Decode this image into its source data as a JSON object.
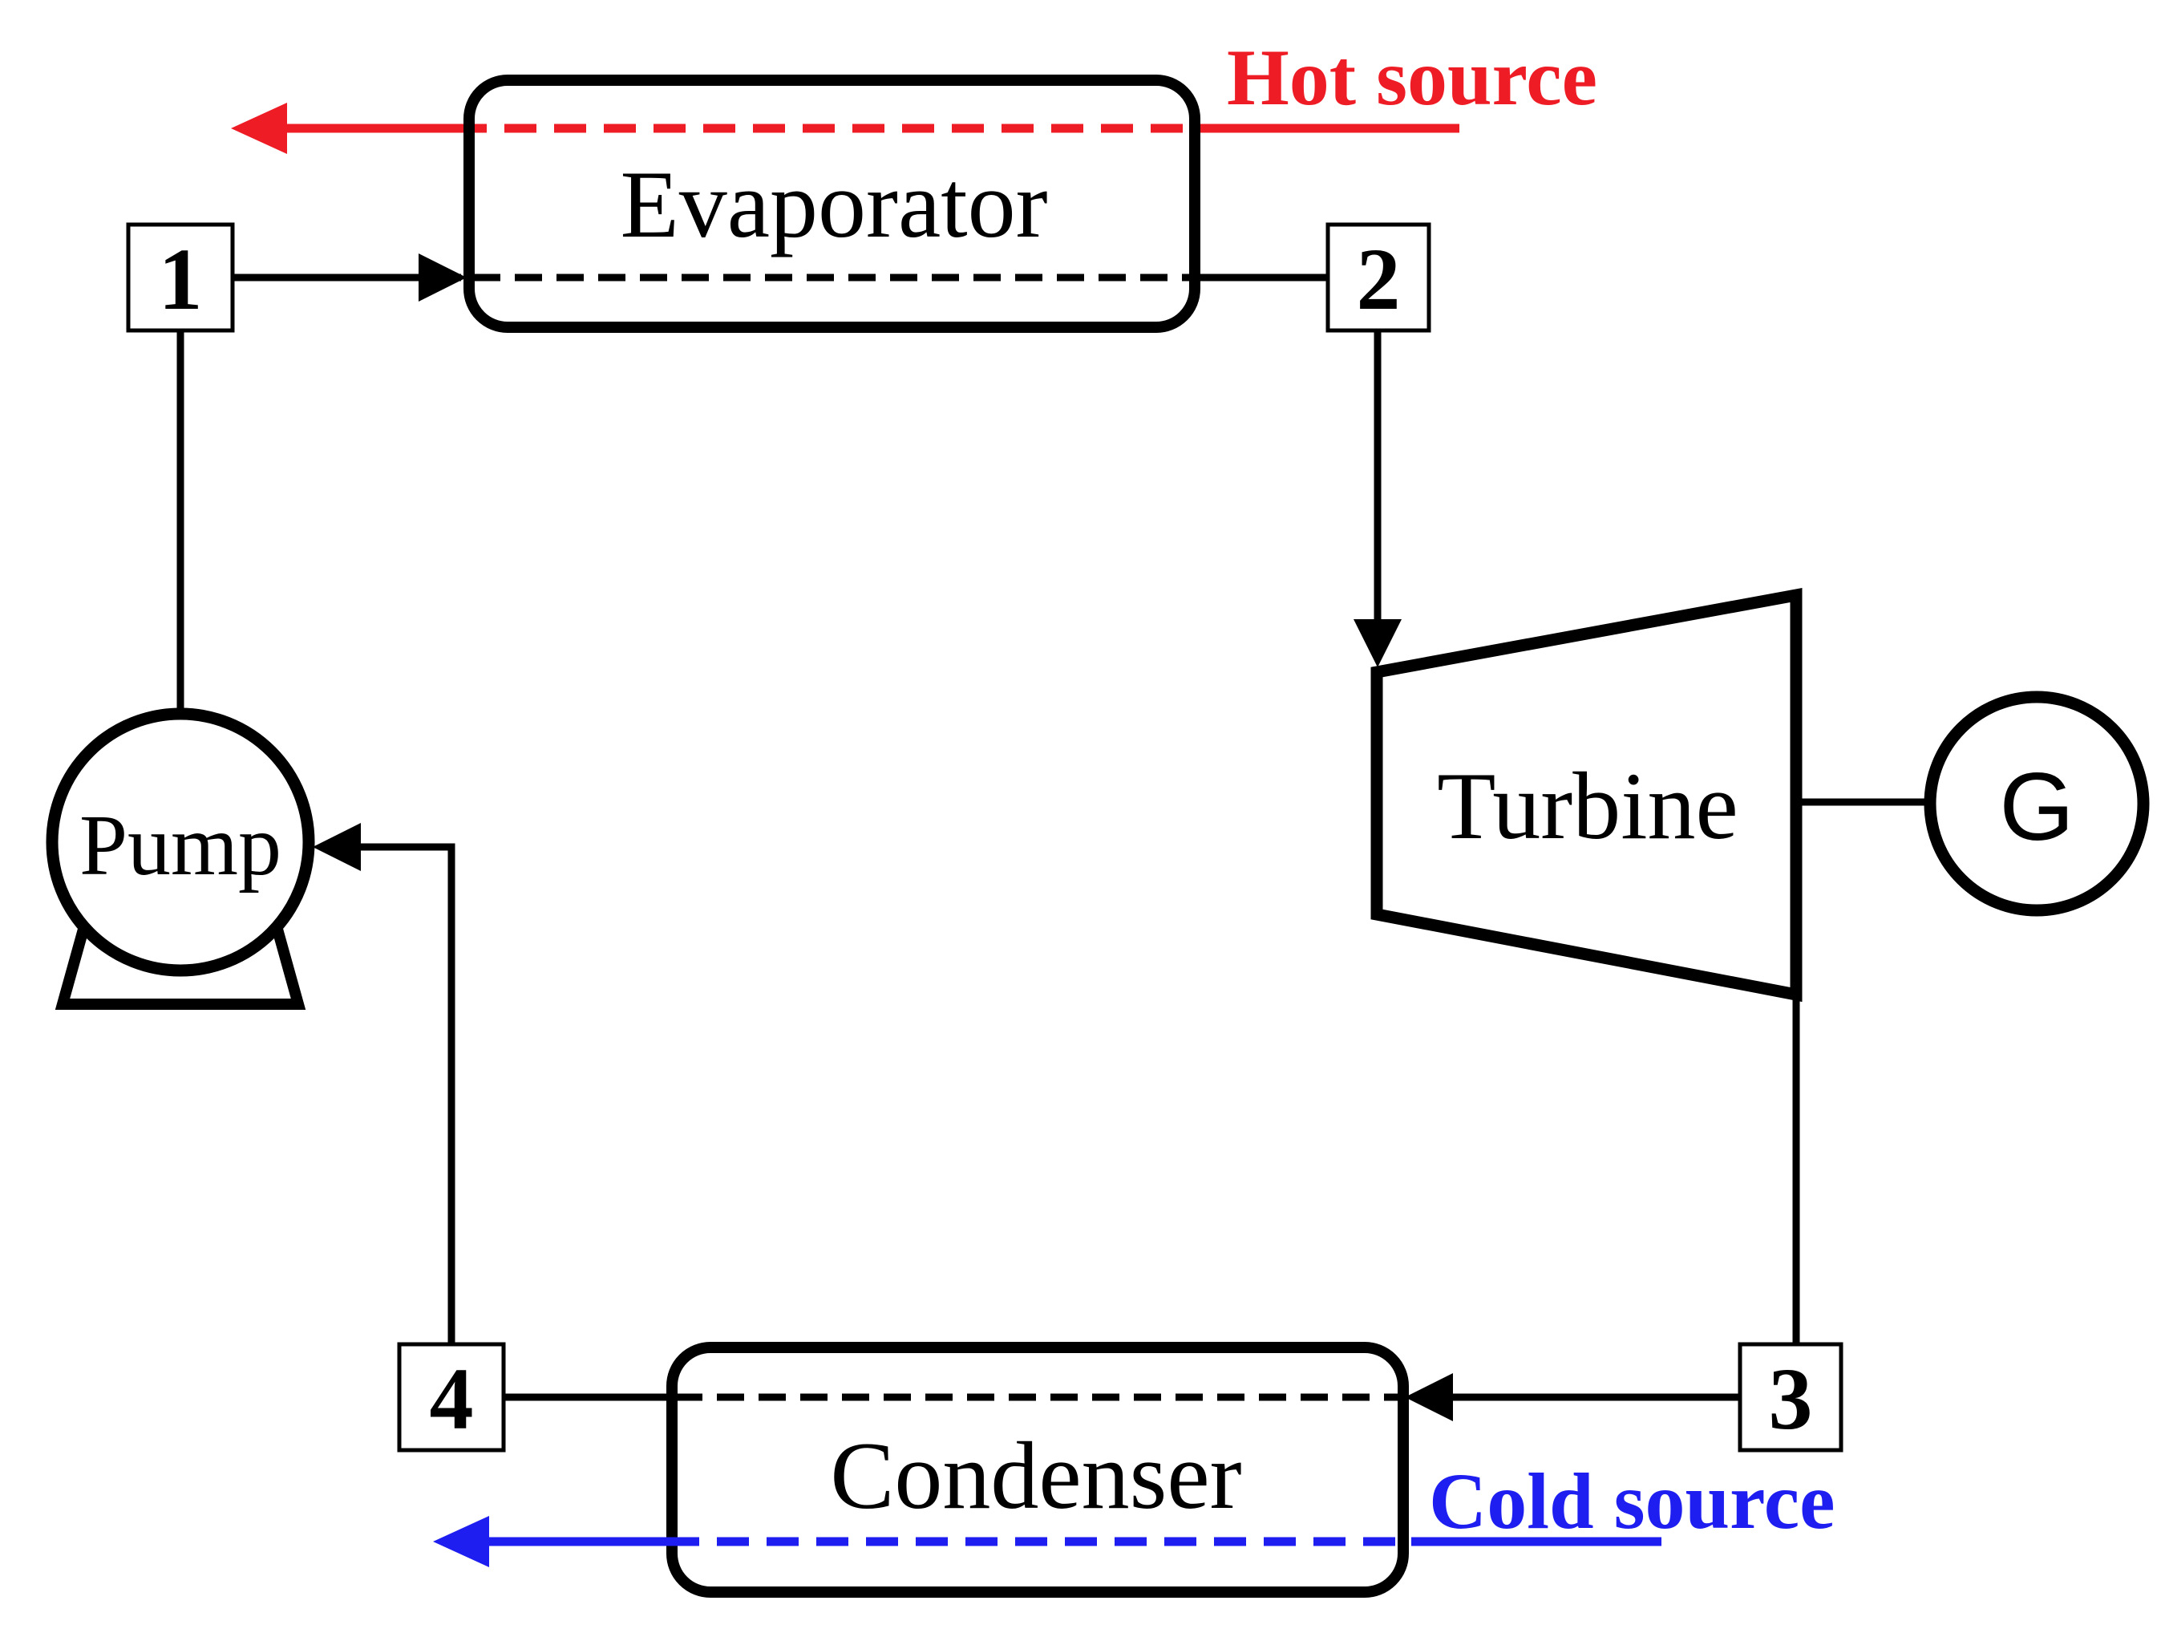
{
  "components": {
    "evaporator": "Evaporator",
    "condenser": "Condenser",
    "turbine": "Turbine",
    "pump": "Pump",
    "generator": "G"
  },
  "streams": {
    "hot_source": "Hot source",
    "cold_source": "Cold source"
  },
  "states": [
    "1",
    "2",
    "3",
    "4"
  ],
  "colors": {
    "line": "#000000",
    "hot": "#ee1c25",
    "cold": "#1e1ef0"
  }
}
